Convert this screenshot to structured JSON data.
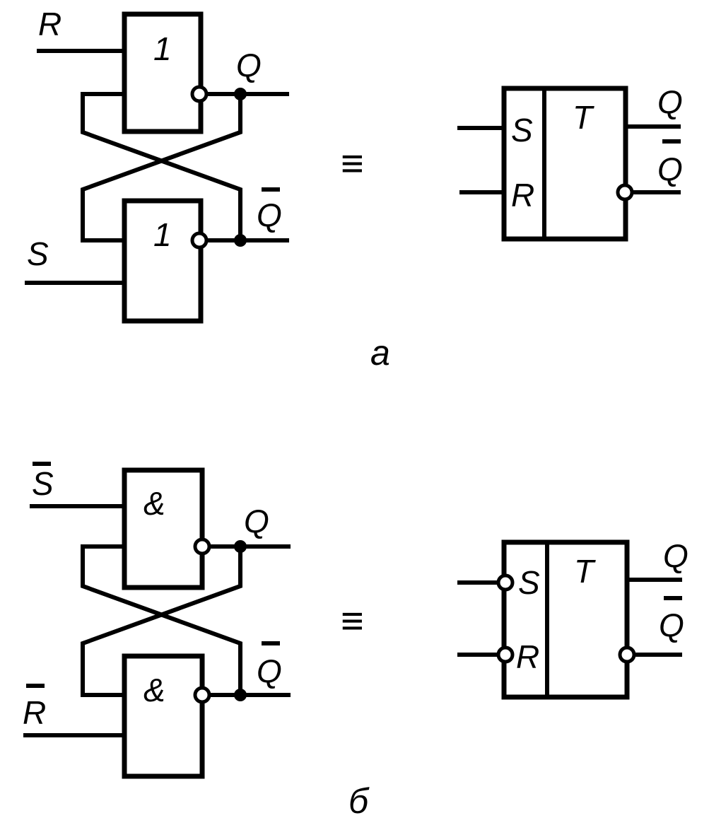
{
  "colors": {
    "ink": "#000000",
    "paper": "#ffffff"
  },
  "part_a": {
    "input_top": "R",
    "input_bottom": "S",
    "gate_symbol": "1",
    "output_q": "Q",
    "output_qbar": "Q",
    "equiv": "≡",
    "block_set": "S",
    "block_reset": "R",
    "block_type": "T",
    "block_q": "Q",
    "block_qbar": "Q",
    "caption": "а"
  },
  "part_b": {
    "input_top": "S",
    "input_bottom": "R",
    "gate_symbol": "&",
    "output_q": "Q",
    "output_qbar": "Q",
    "equiv": "≡",
    "block_set": "S",
    "block_reset": "R",
    "block_type": "T",
    "block_q": "Q",
    "block_qbar": "Q",
    "caption": "б"
  }
}
